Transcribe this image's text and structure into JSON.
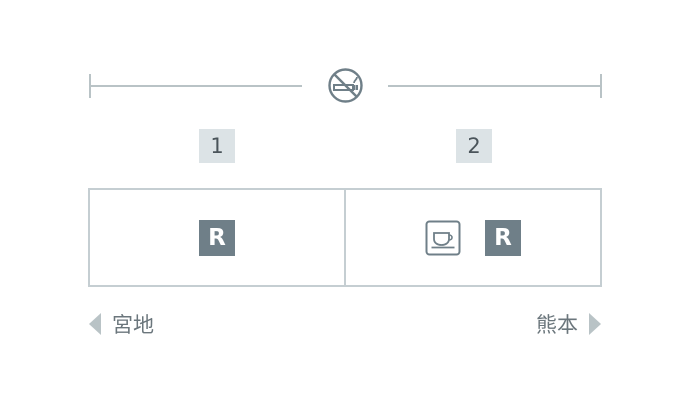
{
  "header": {
    "smoking_icon": "no-smoking-icon"
  },
  "cars": [
    {
      "number": "1",
      "badges": [
        "R"
      ]
    },
    {
      "number": "2",
      "badges": [
        "cafe",
        "R"
      ]
    }
  ],
  "reserved_label": "R",
  "directions": {
    "left_label": "宮地",
    "right_label": "熊本"
  },
  "colors": {
    "line": "#b9c3c6",
    "badge_bg": "#6f7f88",
    "number_bg": "#dce3e6",
    "text": "#6b767c"
  }
}
